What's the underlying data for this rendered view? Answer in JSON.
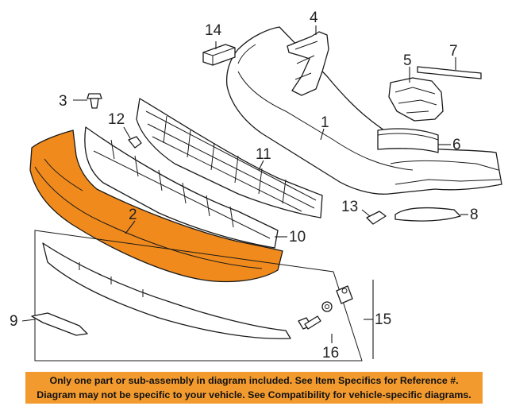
{
  "diagram": {
    "highlight_color": "#f08a1c",
    "callouts": {
      "c1": "1",
      "c2": "2",
      "c3": "3",
      "c4": "4",
      "c5": "5",
      "c6": "6",
      "c7": "7",
      "c8": "8",
      "c9": "9",
      "c10": "10",
      "c11": "11",
      "c12": "12",
      "c13": "13",
      "c14": "14",
      "c15": "15",
      "c16": "16"
    }
  },
  "notice": {
    "line1": "Only one part or sub-assembly in diagram included. See Item Specifics for Reference #.",
    "line2": "Diagram may not be specific to your vehicle. See Compatibility for vehicle-specific diagrams.",
    "background": "#f29a2e"
  }
}
